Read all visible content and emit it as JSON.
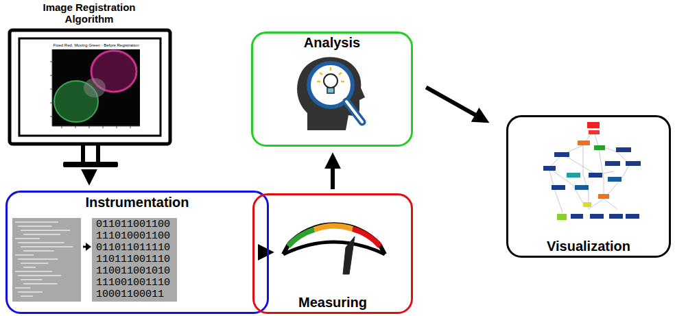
{
  "diagram": {
    "nodes": [
      {
        "text": [
          "Image Registration Algorithm"
        ]
      },
      {
        "text": [
          "Instrumentation"
        ]
      },
      {
        "text": [
          "Measuring"
        ]
      },
      {
        "text": [
          "Analysis"
        ]
      },
      {
        "text": [
          "Visualization"
        ]
      }
    ],
    "edges": [
      {
        "from": 0,
        "to": 1,
        "arrow": "to"
      },
      {
        "from": 1,
        "to": 2,
        "arrow": "to"
      },
      {
        "from": 2,
        "to": 3,
        "arrow": "to"
      },
      {
        "from": 3,
        "to": 4,
        "arrow": "to"
      }
    ],
    "labels": [
      "Fixed Red, Moving Green - Before Registration",
      "011011001100",
      "111010001100",
      "011011011110",
      "110111001110",
      "110011001010",
      "111001001110",
      "10001100011"
    ]
  }
}
